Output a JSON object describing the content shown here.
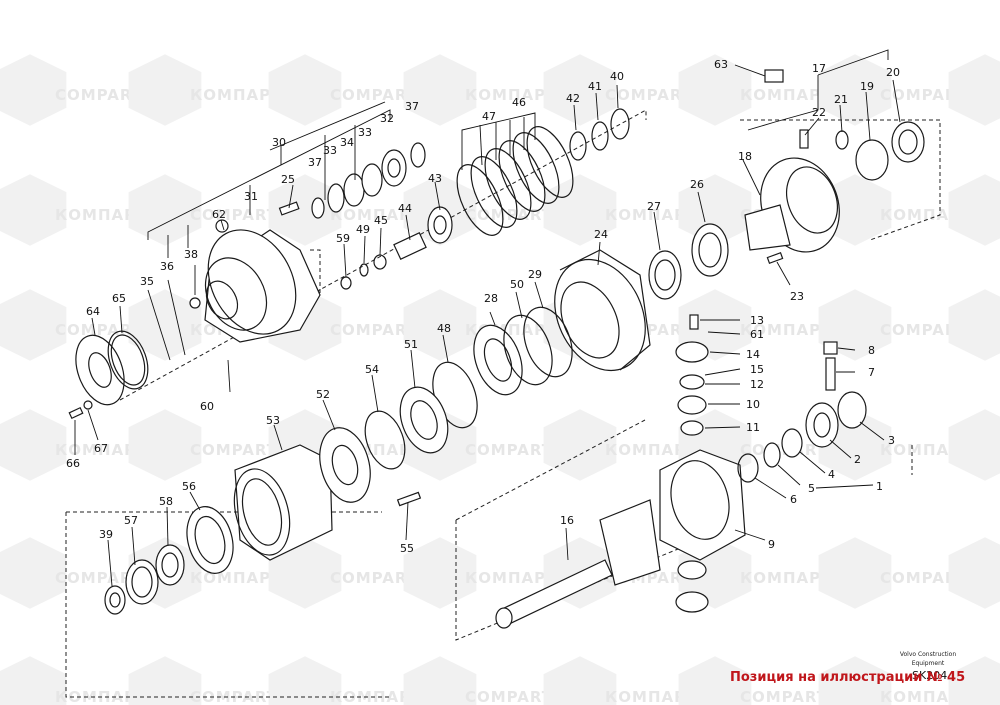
{
  "watermarks": [
    "COMPART",
    "КОМПАРТ"
  ],
  "colors": {
    "caption": "#c0161b",
    "watermark": "#e6e6e6",
    "line": "#1a1a1a"
  },
  "labels": [
    {
      "id": "1",
      "text": "1"
    },
    {
      "id": "2",
      "text": "2"
    },
    {
      "id": "3",
      "text": "3"
    },
    {
      "id": "4",
      "text": "4"
    },
    {
      "id": "5",
      "text": "5"
    },
    {
      "id": "6",
      "text": "6"
    },
    {
      "id": "7",
      "text": "7"
    },
    {
      "id": "8",
      "text": "8"
    },
    {
      "id": "9",
      "text": "9"
    },
    {
      "id": "10",
      "text": "10"
    },
    {
      "id": "11",
      "text": "11"
    },
    {
      "id": "12",
      "text": "12"
    },
    {
      "id": "13",
      "text": "13"
    },
    {
      "id": "14",
      "text": "14"
    },
    {
      "id": "15",
      "text": "15"
    },
    {
      "id": "16",
      "text": "16"
    },
    {
      "id": "17",
      "text": "17"
    },
    {
      "id": "18",
      "text": "18"
    },
    {
      "id": "19",
      "text": "19"
    },
    {
      "id": "20",
      "text": "20"
    },
    {
      "id": "21",
      "text": "21"
    },
    {
      "id": "22",
      "text": "22"
    },
    {
      "id": "23",
      "text": "23"
    },
    {
      "id": "24",
      "text": "24"
    },
    {
      "id": "25",
      "text": "25"
    },
    {
      "id": "26",
      "text": "26"
    },
    {
      "id": "27",
      "text": "27"
    },
    {
      "id": "28",
      "text": "28"
    },
    {
      "id": "29",
      "text": "29"
    },
    {
      "id": "30",
      "text": "30"
    },
    {
      "id": "31",
      "text": "31"
    },
    {
      "id": "32",
      "text": "32"
    },
    {
      "id": "33a",
      "text": "33"
    },
    {
      "id": "33b",
      "text": "33"
    },
    {
      "id": "34",
      "text": "34"
    },
    {
      "id": "35",
      "text": "35"
    },
    {
      "id": "36",
      "text": "36"
    },
    {
      "id": "37a",
      "text": "37"
    },
    {
      "id": "37b",
      "text": "37"
    },
    {
      "id": "38",
      "text": "38"
    },
    {
      "id": "39",
      "text": "39"
    },
    {
      "id": "40",
      "text": "40"
    },
    {
      "id": "41",
      "text": "41"
    },
    {
      "id": "42",
      "text": "42"
    },
    {
      "id": "43",
      "text": "43"
    },
    {
      "id": "44",
      "text": "44"
    },
    {
      "id": "45",
      "text": "45"
    },
    {
      "id": "46",
      "text": "46"
    },
    {
      "id": "47",
      "text": "47"
    },
    {
      "id": "48",
      "text": "48"
    },
    {
      "id": "49",
      "text": "49"
    },
    {
      "id": "50",
      "text": "50"
    },
    {
      "id": "51",
      "text": "51"
    },
    {
      "id": "52",
      "text": "52"
    },
    {
      "id": "53",
      "text": "53"
    },
    {
      "id": "54",
      "text": "54"
    },
    {
      "id": "55",
      "text": "55"
    },
    {
      "id": "56",
      "text": "56"
    },
    {
      "id": "57",
      "text": "57"
    },
    {
      "id": "58",
      "text": "58"
    },
    {
      "id": "59",
      "text": "59"
    },
    {
      "id": "60",
      "text": "60"
    },
    {
      "id": "61",
      "text": "61"
    },
    {
      "id": "62",
      "text": "62"
    },
    {
      "id": "63",
      "text": "63"
    },
    {
      "id": "64",
      "text": "64"
    },
    {
      "id": "65",
      "text": "65"
    },
    {
      "id": "66",
      "text": "66"
    },
    {
      "id": "67",
      "text": "67"
    }
  ],
  "credit": {
    "line1": "Volvo Construction",
    "line2": "Equipment"
  },
  "drawing_code": "SK204",
  "caption": "Позиция на иллюстрации № 45"
}
